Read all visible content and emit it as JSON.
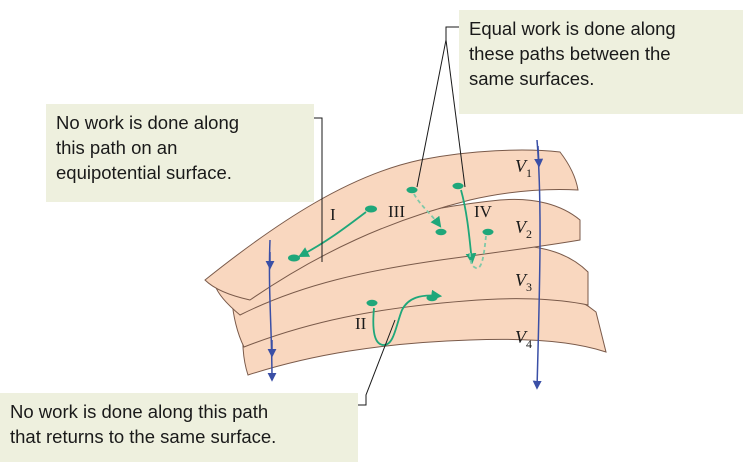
{
  "callouts": {
    "equal_work": [
      "Equal work is done along",
      "these paths between the",
      "same surfaces."
    ],
    "equipotential": [
      "No work is done along",
      "this path on an",
      "equipotential surface."
    ],
    "returns": [
      "No work is done along this path",
      "that returns to the same surface."
    ]
  },
  "path_labels": {
    "p1": "I",
    "p2": "II",
    "p3": "III",
    "p4": "IV"
  },
  "surface_labels": {
    "v1": "V",
    "v2": "V",
    "v3": "V",
    "v4": "V"
  },
  "surface_subscripts": {
    "v1": "1",
    "v2": "2",
    "v3": "3",
    "v4": "4"
  },
  "colors": {
    "surface_fill": "#f9d7bf",
    "surface_edge": "#7a5a4a",
    "field_line": "#3a4fa6",
    "path": "#1fa77a",
    "callout_bg": "#eef0de"
  }
}
